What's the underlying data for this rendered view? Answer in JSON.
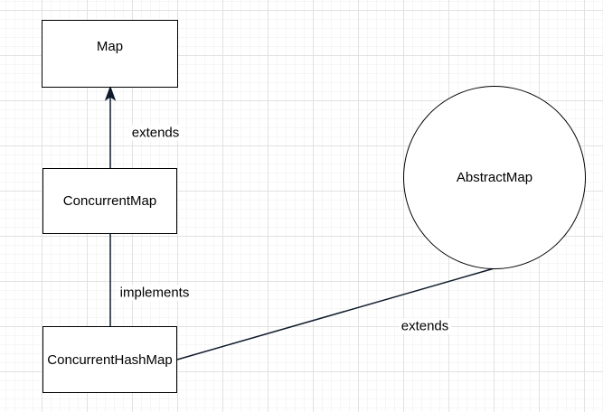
{
  "diagram": {
    "nodes": [
      {
        "id": "map",
        "label": "Map",
        "shape": "rectangle"
      },
      {
        "id": "concurrent-map",
        "label": "ConcurrentMap",
        "shape": "rectangle"
      },
      {
        "id": "concurrent-hash-map",
        "label": "ConcurrentHashMap",
        "shape": "rectangle"
      },
      {
        "id": "abstract-map",
        "label": "AbstractMap",
        "shape": "circle"
      }
    ],
    "edges": [
      {
        "from": "ConcurrentMap",
        "to": "Map",
        "label": "extends",
        "arrowhead": "filled-triangle"
      },
      {
        "from": "ConcurrentHashMap",
        "to": "ConcurrentMap",
        "label": "implements",
        "arrowhead": "none"
      },
      {
        "from": "ConcurrentHashMap",
        "to": "AbstractMap",
        "label": "extends",
        "arrowhead": "none"
      }
    ],
    "colors": {
      "canvas_background": "#ffffff",
      "grid_minor": "#f6f6f6",
      "grid_major": "#e2e2e2",
      "node_fill": "#ffffff",
      "node_border": "#000000",
      "edge_stroke": "#0f1a2b",
      "text": "#000000"
    }
  }
}
